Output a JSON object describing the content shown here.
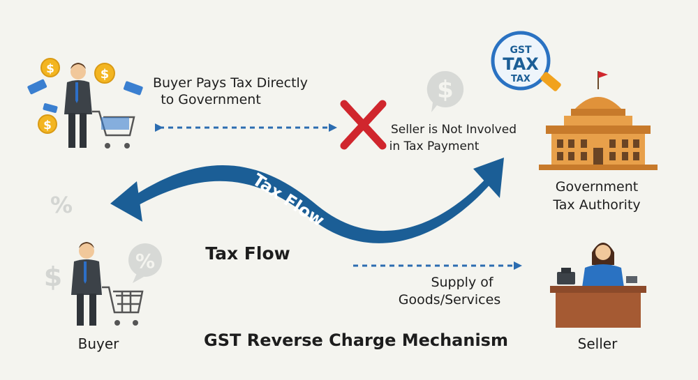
{
  "labels": {
    "buyer_pays_line1": "Buyer Pays Tax Directly",
    "buyer_pays_line2": "to Government",
    "seller_not_line1": "Seller is Not Involved",
    "seller_not_line2": "in Tax Payment",
    "arrow_label": "Tax Flow",
    "tax_flow_caption": "Tax Flow",
    "supply_line1": "Supply of",
    "supply_line2": "Goods/Services",
    "title": "GST Reverse Charge Mechanism",
    "buyer": "Buyer",
    "seller": "Seller",
    "gov_line1": "Government",
    "gov_line2": "Tax Authority"
  },
  "badge": {
    "line1": "GST",
    "line2": "TAX",
    "line3": "TAX"
  },
  "symbols": {
    "dollar": "$",
    "percent": "%"
  },
  "colors": {
    "arrow_blue": "#1b5e96",
    "dashed_blue": "#2b6cb0",
    "cross_red": "#d0262d",
    "building_orange": "#e0923a",
    "coin_gold": "#f3b521",
    "suit_gray": "#3c4248"
  }
}
